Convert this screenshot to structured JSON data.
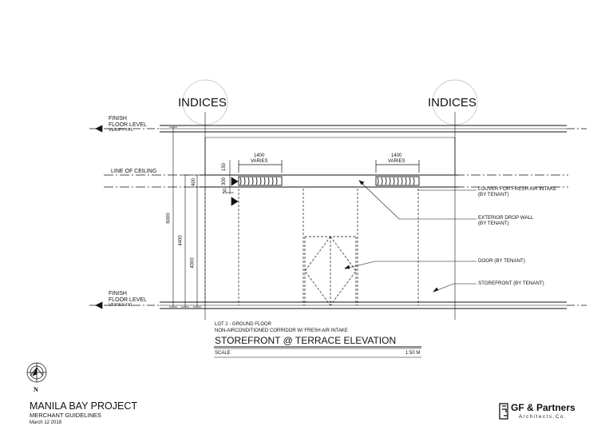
{
  "grid_labels": [
    "INDICES",
    "INDICES"
  ],
  "finish_floor_top": {
    "line1": "FINISH",
    "line2": "FLOOR LEVEL",
    "line3": "VERIFY FFL"
  },
  "finish_floor_bottom": {
    "line1": "FINISH",
    "line2": "FLOOR LEVEL",
    "line3": "VERIFY FFL"
  },
  "line_of_ceiling": "LINE OF CEILING",
  "dimensions": {
    "total": "6000",
    "d4400": "4400",
    "d4000": "4000",
    "d400": "400",
    "d150": "150",
    "d300": "300",
    "d50": "50",
    "louver_left_width": "1400",
    "louver_left_varies": "VARIES",
    "louver_right_width": "1400",
    "louver_right_varies": "VARIES"
  },
  "notes": {
    "louver_line1": "LOUVER FOR FRESH AIR INTAKE",
    "louver_line2": "(BY TENANT)",
    "drop_wall_line1": "EXTERIOR DROP WALL",
    "drop_wall_line2": "(BY TENANT)",
    "door": "DOOR (BY TENANT)",
    "storefront": "STOREFRONT (BY TENANT)"
  },
  "section": {
    "line1": "LOT 2 - GROUND FLOOR",
    "line2": "NON-AIRCONDITIONED CORRIDOR W/ FRESH AIR INTAKE",
    "title": "STOREFRONT @ TERRACE ELEVATION",
    "scale_label": "SCALE",
    "scale_value": "1:50 M"
  },
  "north_label": "N",
  "project": {
    "title": "MANILA BAY PROJECT",
    "subtitle": "MERCHANT GUIDELINES",
    "date": "March 12 2018"
  },
  "firm": {
    "logo_text": "GF & Partners",
    "tagline": "A r c h i t e c t s ,  C o ."
  }
}
